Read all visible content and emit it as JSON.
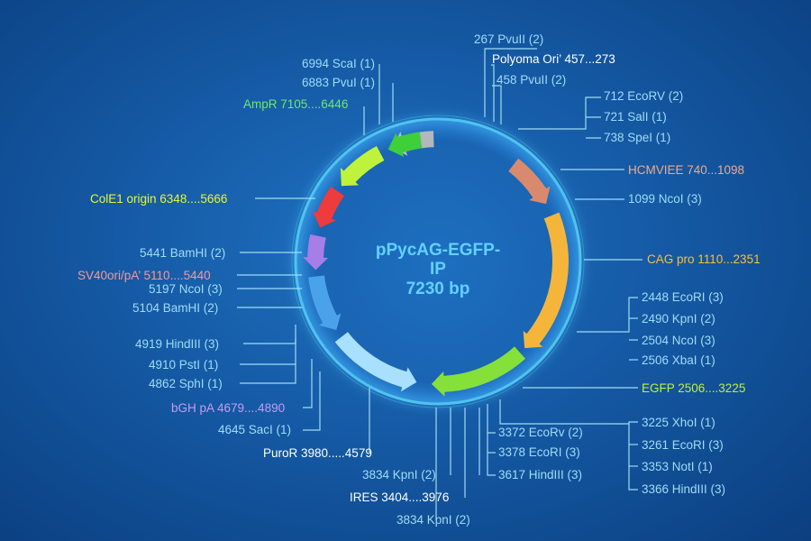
{
  "plasmid": {
    "name_line1": "pPycAG-EGFP-",
    "name_line2": "IP",
    "size": "7230 bp"
  },
  "colors": {
    "site_label": "#9fdcf5",
    "leader_line": "#9fdcf5",
    "ring": "#4fc3f0",
    "title": "#63d0ff"
  },
  "sites": [
    {
      "text": "267 PvuII (2)"
    },
    {
      "text": "Polyoma Ori’ 457...273"
    },
    {
      "text": "458 PvuII (2)"
    },
    {
      "text": "712 EcoRV (2)"
    },
    {
      "text": "721 SalI (1)"
    },
    {
      "text": "738 SpeI (1)"
    },
    {
      "text": "HCMVIEE 740...1098"
    },
    {
      "text": "1099 NcoI (3)"
    },
    {
      "text": "CAG pro 1110...2351"
    },
    {
      "text": "2448 EcoRI (3)"
    },
    {
      "text": "2490 KpnI (2)"
    },
    {
      "text": "2504 NcoI (3)"
    },
    {
      "text": "2506 XbaI (1)"
    },
    {
      "text": "EGFP 2506....3225"
    },
    {
      "text": "3225 XhoI (1)"
    },
    {
      "text": "3261 EcoRI (3)"
    },
    {
      "text": "3353 NotI (1)"
    },
    {
      "text": "3366 HindIII (3)"
    },
    {
      "text": "3372 EcoRv (2)"
    },
    {
      "text": "3378 EcoRI (3)"
    },
    {
      "text": "3617 HindIII (3)"
    },
    {
      "text": "3834 KpnI (2)"
    },
    {
      "text": "IRES 3404....3976"
    },
    {
      "text": "3834 KpnI (2)"
    },
    {
      "text": "PuroR 3980.....4579"
    },
    {
      "text": "bGH pA 4679....4890"
    },
    {
      "text": "4645 SacI (1)"
    },
    {
      "text": "4919 HindIII (3)"
    },
    {
      "text": "4910 PstI (1)"
    },
    {
      "text": "4862 SphI (1)"
    },
    {
      "text": "5441 BamHI (2)"
    },
    {
      "text": "SV40ori/pA’ 5110....5440"
    },
    {
      "text": "5197 NcoI (3)"
    },
    {
      "text": "5104 BamHI (2)"
    },
    {
      "text": "ColE1 origin 6348....5666"
    },
    {
      "text": "AmpR 7105....6446"
    },
    {
      "text": "6994 ScaI (1)"
    },
    {
      "text": "6883 PvuI (1)"
    }
  ],
  "features": [
    {
      "name": "Polyoma Ori",
      "color": "#b3b8bd"
    },
    {
      "name": "HCMVIEE",
      "color": "#d98a6e"
    },
    {
      "name": "CAG pro",
      "color": "#f5b53a"
    },
    {
      "name": "EGFP",
      "color": "#86e03a"
    },
    {
      "name": "IRES",
      "color": "#a9e0ff"
    },
    {
      "name": "PuroR",
      "color": "#4aa3ea"
    },
    {
      "name": "bGH pA",
      "color": "#a77de8"
    },
    {
      "name": "SV40ori/pA",
      "color": "#ee3b3b"
    },
    {
      "name": "ColE1 origin",
      "color": "#bff23a"
    },
    {
      "name": "AmpR",
      "color": "#3fcf3a"
    }
  ]
}
